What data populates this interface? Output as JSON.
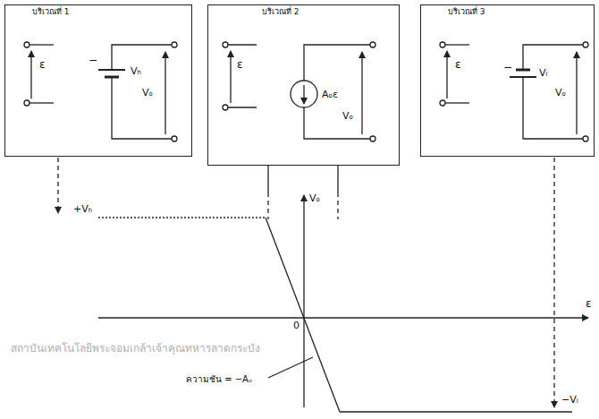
{
  "diagram": {
    "nodes": [
      {
        "text": [
          "บริเวณที่ 1",
          "ε",
          "−",
          "Vₕ",
          "Vₒ"
        ]
      },
      {
        "text": [
          "บริเวณที่ 2",
          "ε",
          "Aₒε",
          "Vₒ"
        ]
      },
      {
        "text": [
          "บริเวณที่ 3",
          "ε",
          "−",
          "Vₗ",
          "Vₒ"
        ]
      }
    ],
    "labels": [
      "+Vₕ",
      "Vₒ",
      "ε",
      "0",
      "ความชัน = −Aₒ",
      "−Vₗ",
      "สถาบันเทคโนโลยีพระจอมเกล้าเจ้าคุณทหารลาดกระบัง"
    ]
  }
}
